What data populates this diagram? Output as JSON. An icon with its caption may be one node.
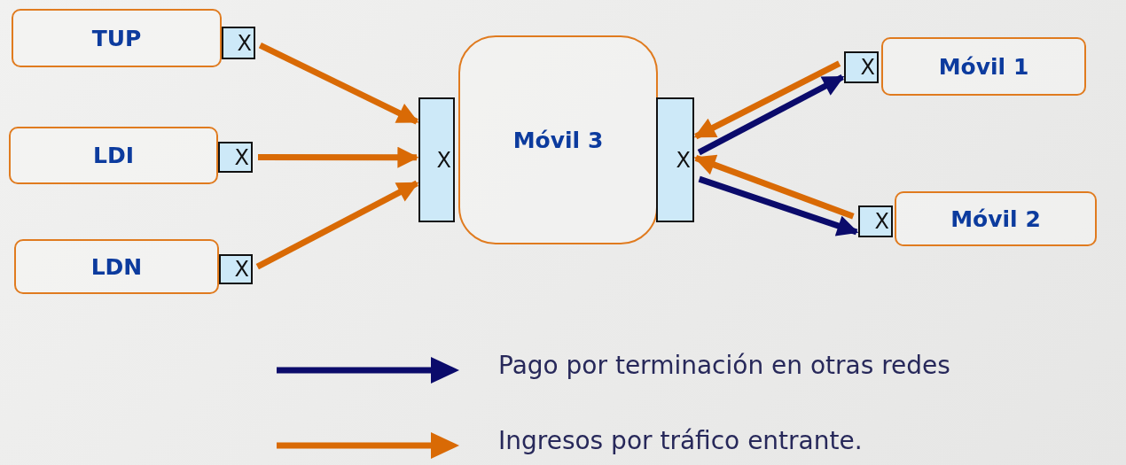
{
  "diagram": {
    "nodes": [
      {
        "text": [
          "TUP"
        ]
      },
      {
        "text": [
          "X"
        ]
      },
      {
        "text": [
          "LDI"
        ]
      },
      {
        "text": [
          "X"
        ]
      },
      {
        "text": [
          "LDN"
        ]
      },
      {
        "text": [
          "X"
        ]
      },
      {
        "text": [
          "Móvil 3"
        ]
      },
      {
        "text": [
          "X"
        ]
      },
      {
        "text": [
          "X"
        ]
      },
      {
        "text": [
          "Móvil 1"
        ]
      },
      {
        "text": [
          "X"
        ]
      },
      {
        "text": [
          "Móvil 2"
        ]
      },
      {
        "text": [
          "X"
        ]
      }
    ],
    "edges": [
      {
        "from": 1,
        "to": 7,
        "arrow": "to"
      },
      {
        "from": 3,
        "to": 7,
        "arrow": "to"
      },
      {
        "from": 5,
        "to": 7,
        "arrow": "to"
      },
      {
        "from": 10,
        "to": 8,
        "arrow": "to"
      },
      {
        "from": 8,
        "to": 10,
        "arrow": "to",
        "color": "#0b0b6b"
      },
      {
        "from": 12,
        "to": 8,
        "arrow": "to"
      },
      {
        "from": 8,
        "to": 12,
        "arrow": "to",
        "color": "#0b0b6b"
      }
    ],
    "legend": [
      {
        "text": "Pago por terminación en otras redes",
        "color": "#0b0b6b"
      },
      {
        "text": "Ingresos por tráfico entrante.",
        "color": "#d96a05"
      }
    ]
  }
}
